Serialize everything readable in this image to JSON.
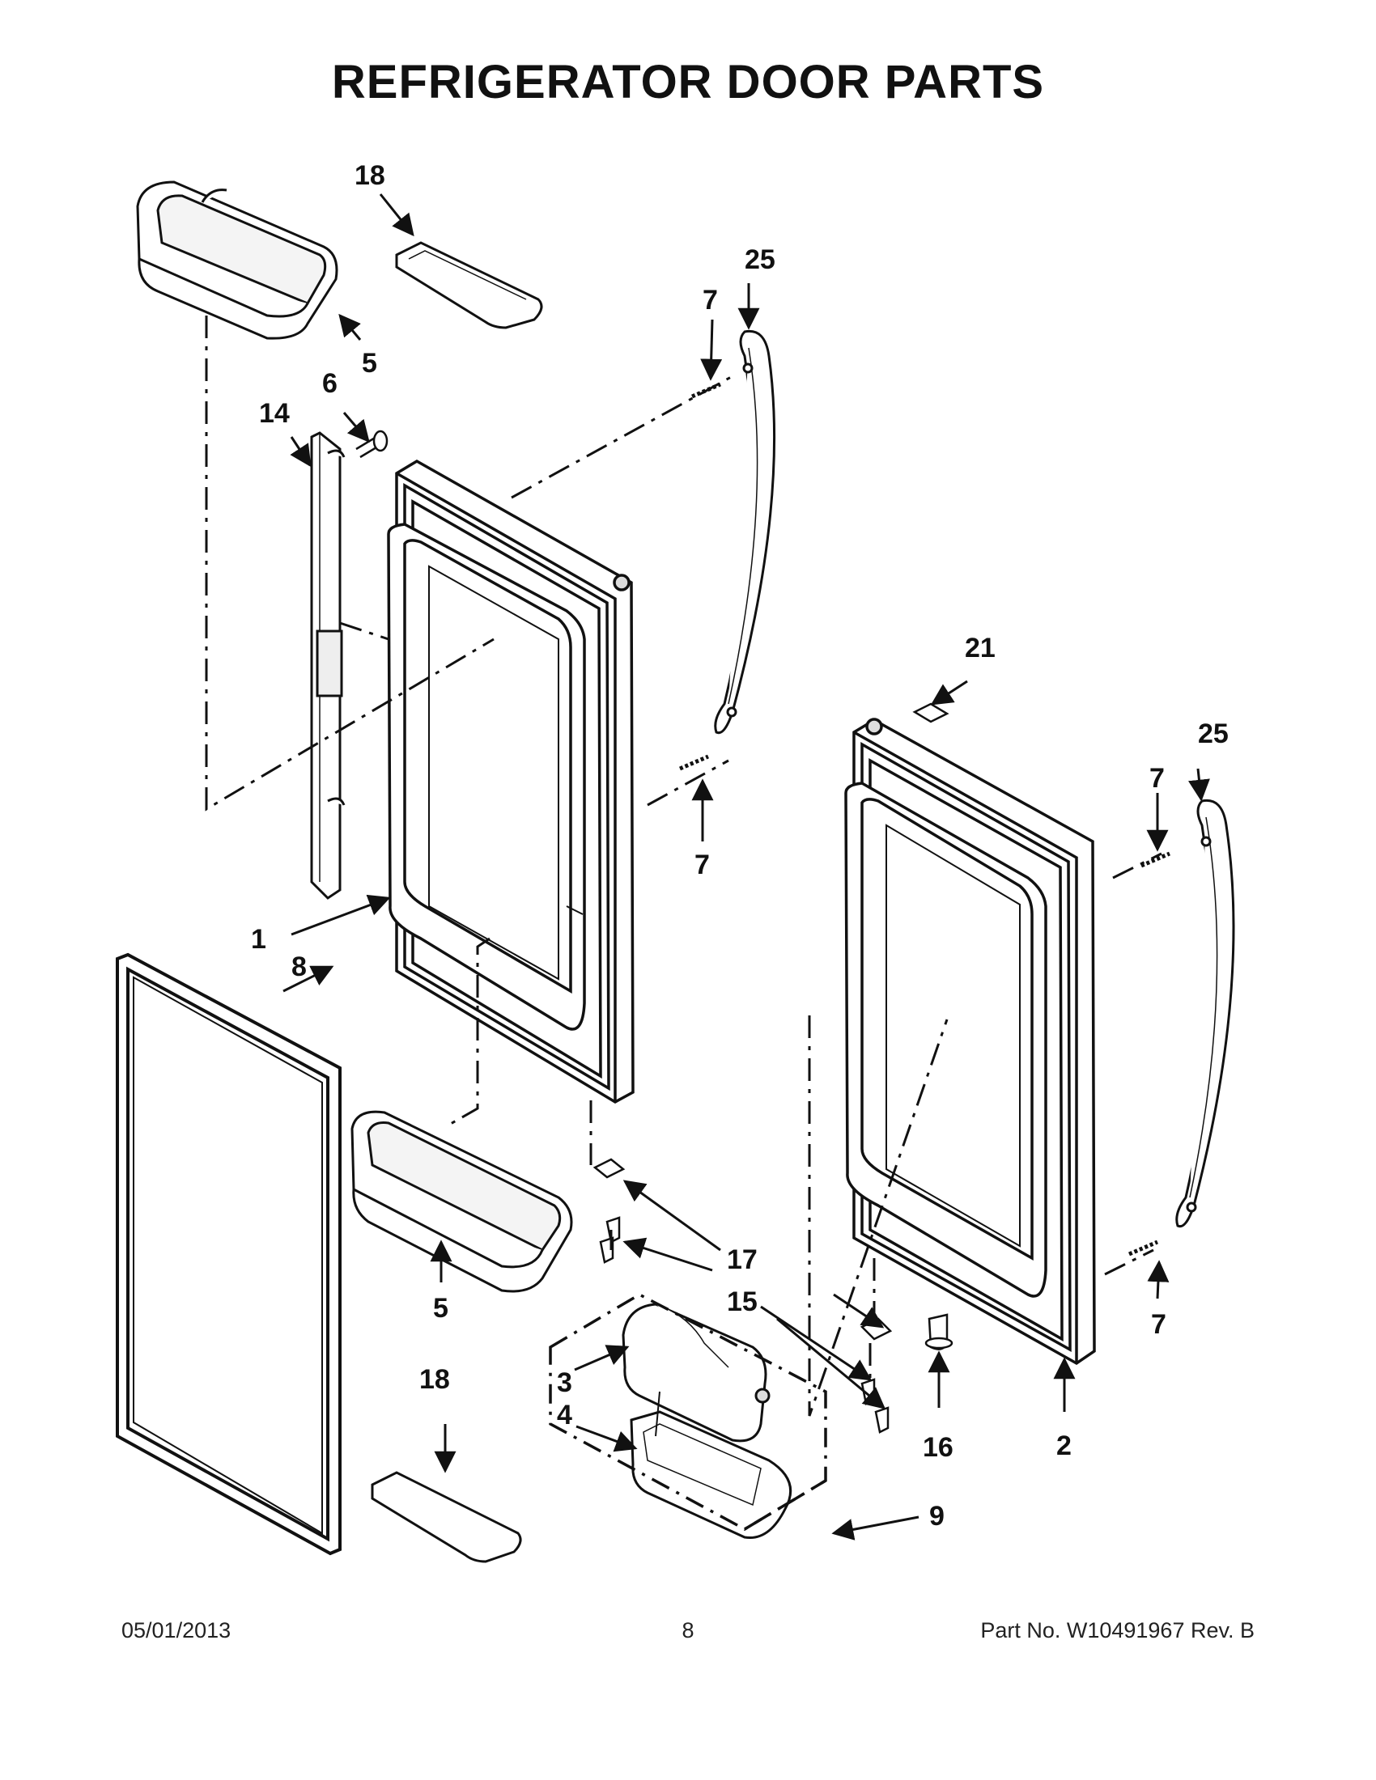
{
  "title": "REFRIGERATOR DOOR PARTS",
  "footer": {
    "date": "05/01/2013",
    "page": "8",
    "part_no": "Part No.  W10491967  Rev.  B"
  },
  "callouts": {
    "c1": "1",
    "c2": "2",
    "c3": "3",
    "c4": "4",
    "c5a": "5",
    "c5b": "5",
    "c6": "6",
    "c7a": "7",
    "c7b": "7",
    "c7c": "7",
    "c7d": "7",
    "c8": "8",
    "c9": "9",
    "c14": "14",
    "c15": "15",
    "c16": "16",
    "c17": "17",
    "c18a": "18",
    "c18b": "18",
    "c21": "21",
    "c25a": "25",
    "c25b": "25"
  }
}
